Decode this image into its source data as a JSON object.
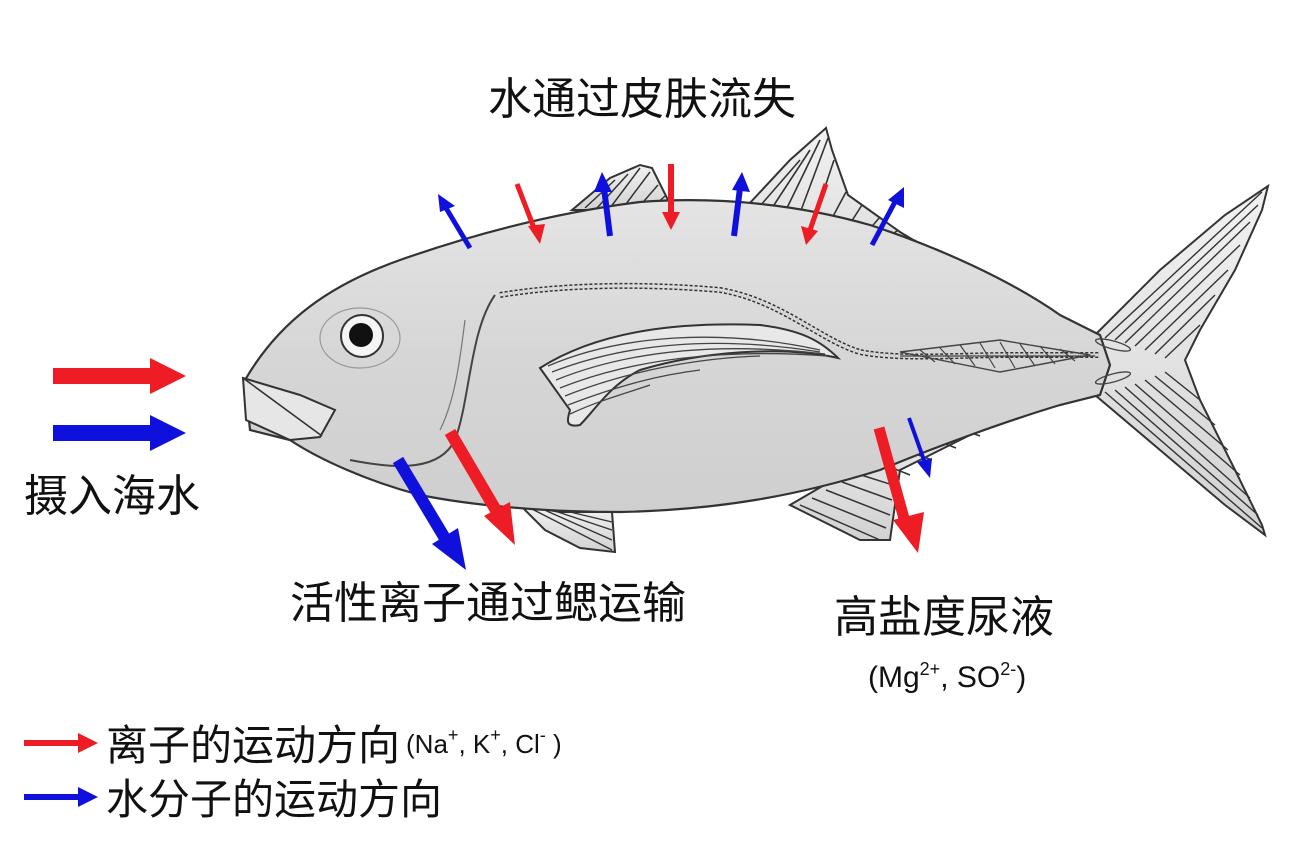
{
  "labels": {
    "skin_water_loss": "水通过皮肤流失",
    "intake": "摄入海水",
    "gill_transport": "活性离子通过鳃运输",
    "urine": "高盐度尿液",
    "urine_ions": {
      "open": "(Mg",
      "mg_charge": "2+",
      "sep": ", SO",
      "so_charge": "2-",
      "close": ")"
    }
  },
  "legend": {
    "ion": {
      "label": "离子的运动方向",
      "ions_open": "(Na",
      "na_charge": "+",
      "k": ", K",
      "k_charge": "+",
      "cl": ", Cl",
      "cl_charge": "-",
      "close": " )",
      "color": "#ee1c24"
    },
    "water": {
      "label": "水分子的运动方向",
      "color": "#1010dd"
    }
  },
  "colors": {
    "ion_arrow": "#ee1c24",
    "water_arrow": "#1010dd",
    "fish_fill": "#dcdcdc",
    "fish_outline": "#333333",
    "background": "#ffffff"
  }
}
